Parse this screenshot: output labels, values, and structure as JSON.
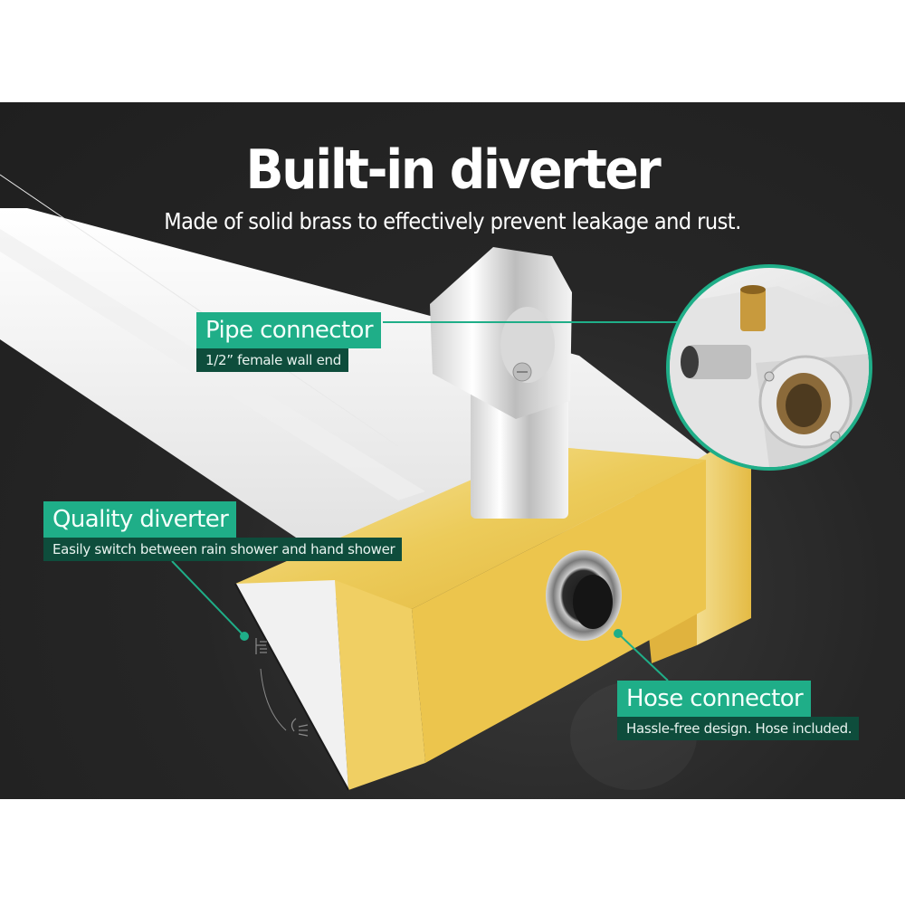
{
  "headline": "Built-in diverter",
  "subheadline": "Made of solid brass to effectively prevent leakage and rust.",
  "colors": {
    "background_panel": "#232323",
    "accent_green": "#1fae88",
    "dark_green": "#0e4d3c",
    "gold": "#e9c24a",
    "chrome": "#e6e6e6"
  },
  "callouts": [
    {
      "title": "Pipe connector",
      "description": "1/2” female wall end"
    },
    {
      "title": "Quality diverter",
      "description": "Easily switch between rain shower and hand shower"
    },
    {
      "title": "Hose connector",
      "description": "Hassle-free design. Hose included."
    }
  ],
  "inset": {
    "subject": "close-up of brass pipe connector fittings"
  },
  "product": {
    "name": "shower diverter arm",
    "icons": [
      "rain-shower-icon",
      "hand-shower-icon",
      "switch-arrow-icon"
    ]
  }
}
